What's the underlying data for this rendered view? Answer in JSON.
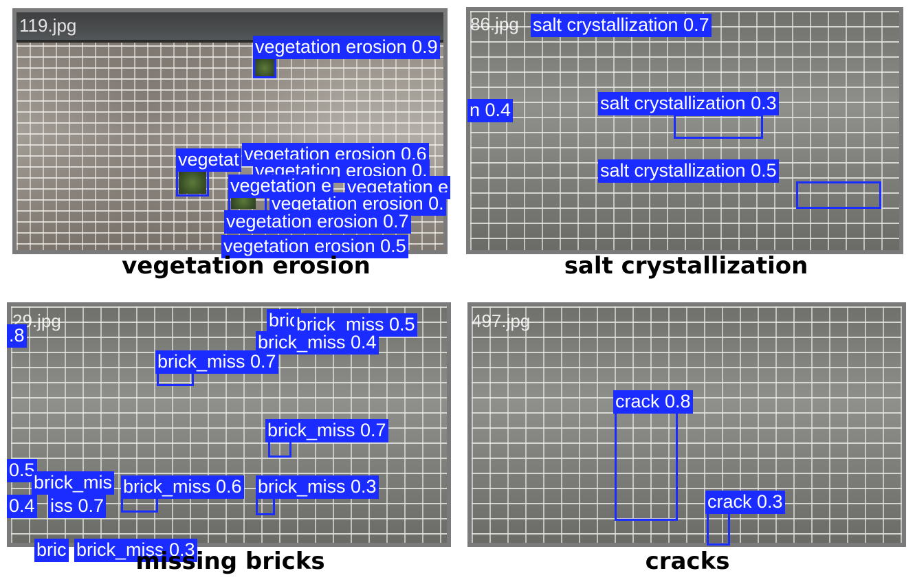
{
  "panels": {
    "vegetation": {
      "filename": "119.jpg",
      "caption": "vegetation erosion",
      "labels": [
        "vegetation erosion 0.9",
        "vegetation erosion 0.6",
        "vegetation erosion 0.",
        "vegetation e",
        "vegetation e",
        "vegetation erosion 0.",
        "vegetation erosion 0.7",
        "vegetation erosion 0.5"
      ]
    },
    "salt": {
      "filename": "86.jpg",
      "caption": "salt crystallization",
      "labels": [
        "salt crystallization 0.7",
        "n 0.4",
        "salt crystallization 0.3",
        "salt crystallization 0.5"
      ]
    },
    "missing": {
      "filename": "29.jpg",
      "caption": "missing bricks",
      "labels": [
        "brick_miss 0.5",
        "brick_miss 0.4",
        "brick_miss 0.7",
        "brick_miss 0.7",
        "brick_mis",
        "brick_miss 0.6",
        "brick_miss 0.3",
        "iss 0.7",
        "brick_miss 0.3",
        ".8",
        "0.5",
        "0.4"
      ]
    },
    "cracks": {
      "filename": "497.jpg",
      "caption": "cracks",
      "labels": [
        "crack 0.8",
        "crack 0.3"
      ]
    }
  },
  "colors": {
    "detection_blue": "#1a2cff",
    "frame_gray": "#7a7a7a"
  }
}
